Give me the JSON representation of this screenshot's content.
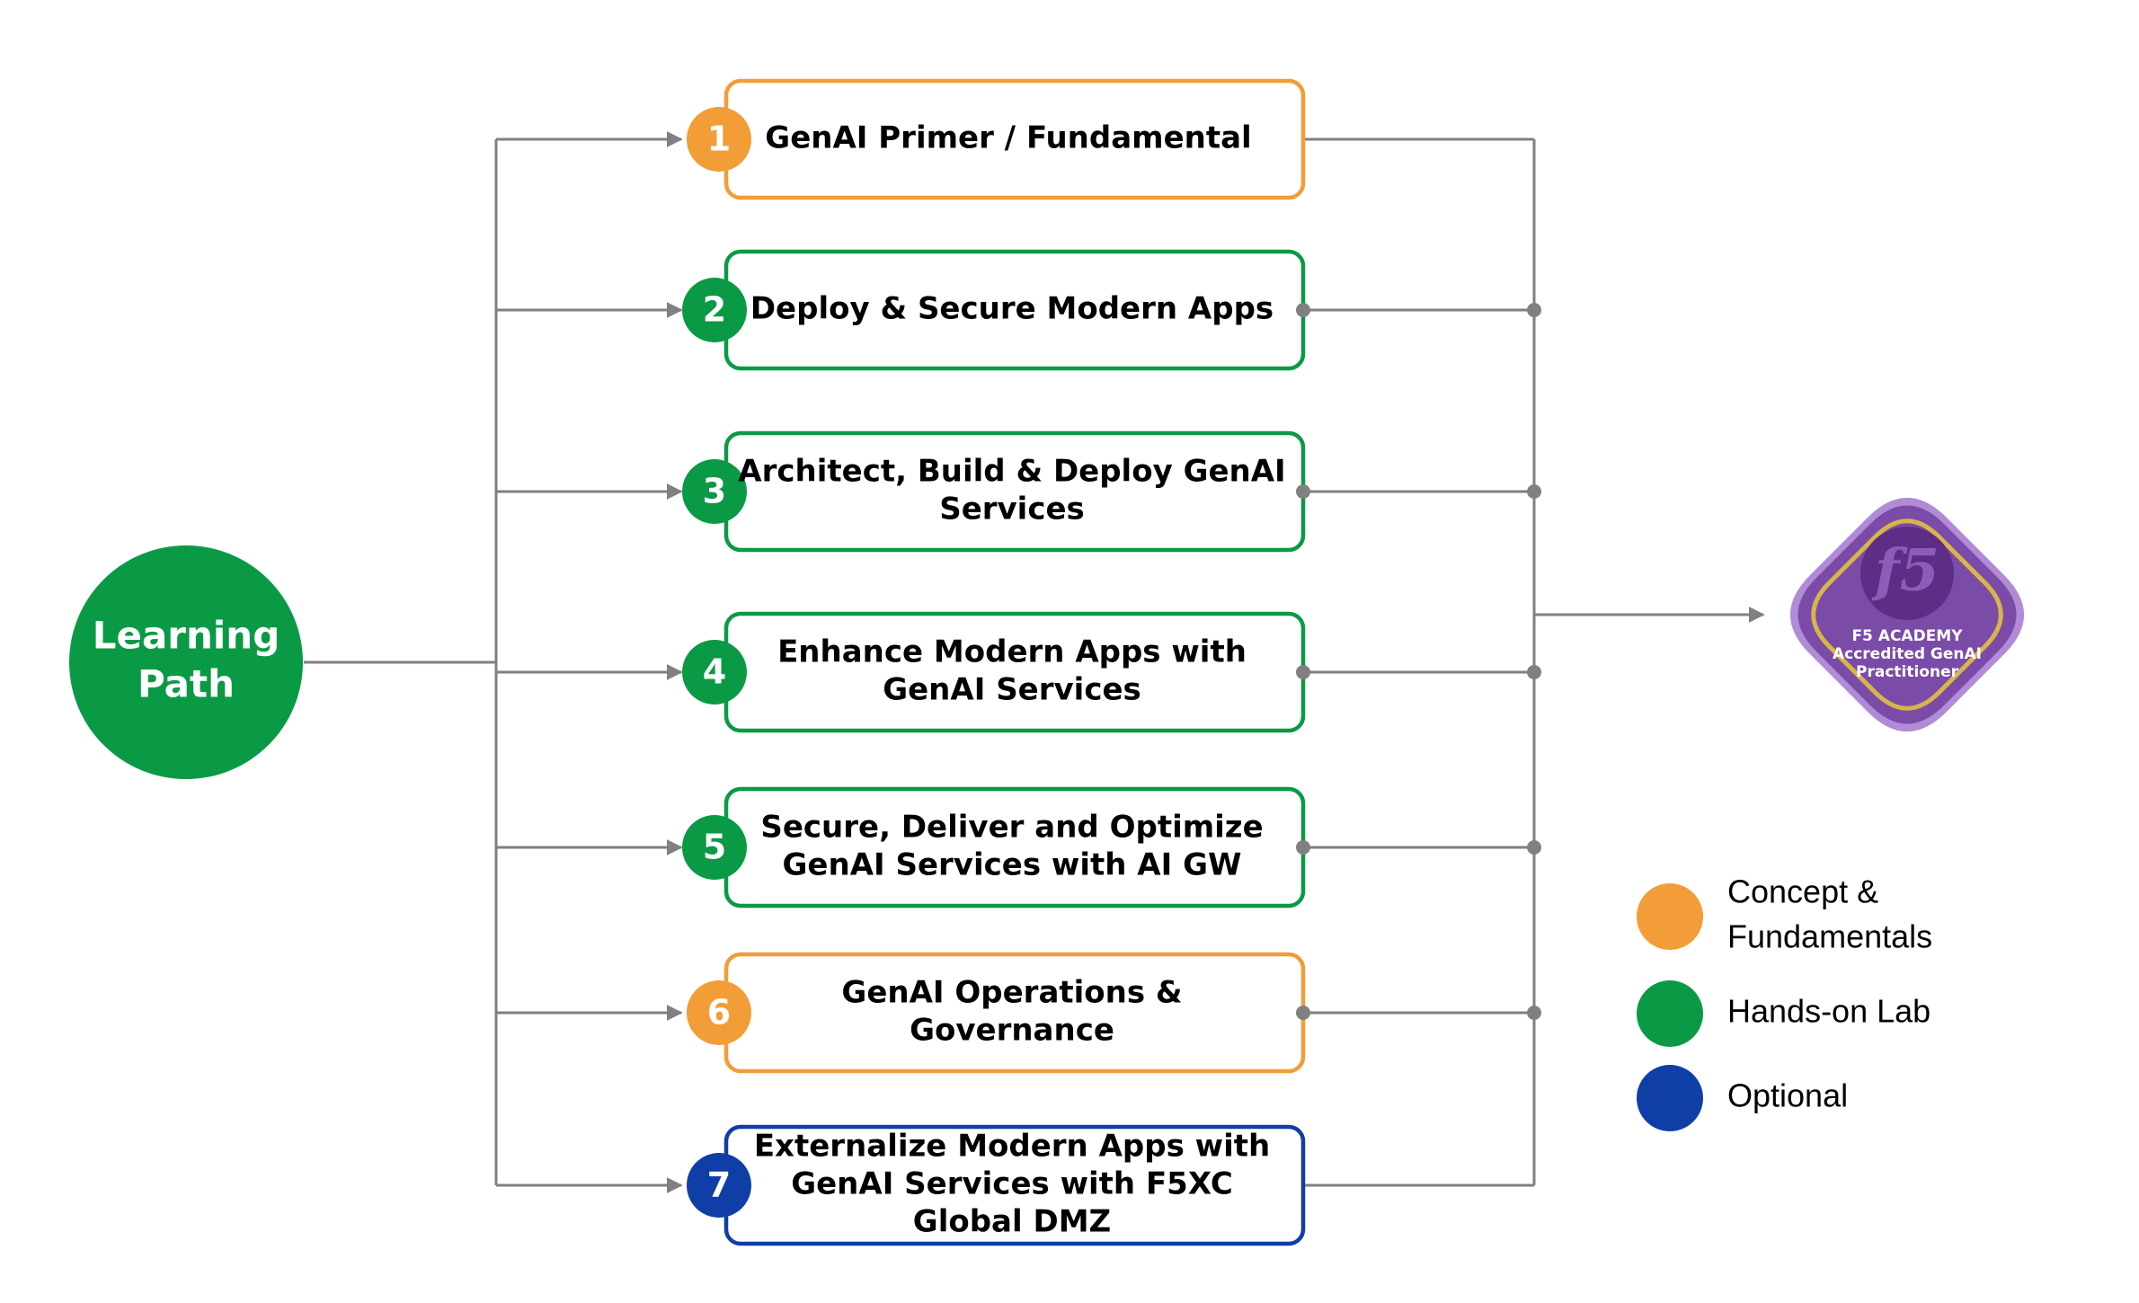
{
  "colors": {
    "concept": "#F29D38",
    "lab": "#0A9A45",
    "optional": "#0F3EA6",
    "connector": "#808080",
    "badge_fill": "#7B4BA8",
    "badge_outer": "#B18BD6",
    "badge_gold": "#D8B54A"
  },
  "start_node": {
    "lines": [
      "Learning",
      "Path"
    ]
  },
  "steps": [
    {
      "number": "1",
      "category": "concept",
      "lines": [
        "GenAI Primer / Fundamental"
      ]
    },
    {
      "number": "2",
      "category": "lab",
      "lines": [
        "Deploy & Secure Modern Apps"
      ]
    },
    {
      "number": "3",
      "category": "lab",
      "lines": [
        "Architect, Build & Deploy GenAI",
        "Services"
      ]
    },
    {
      "number": "4",
      "category": "lab",
      "lines": [
        "Enhance Modern Apps with",
        "GenAI Services"
      ]
    },
    {
      "number": "5",
      "category": "lab",
      "lines": [
        "Secure, Deliver and Optimize",
        "GenAI Services with AI GW"
      ]
    },
    {
      "number": "6",
      "category": "concept",
      "lines": [
        "GenAI Operations &",
        "Governance"
      ]
    },
    {
      "number": "7",
      "category": "optional",
      "lines": [
        "Externalize Modern Apps with",
        "GenAI Services with F5XC",
        "Global DMZ"
      ]
    }
  ],
  "badge": {
    "logo": "f5",
    "lines": [
      "F5 ACADEMY",
      "Accredited GenAI",
      "Practitioner"
    ]
  },
  "legend": [
    {
      "category": "concept",
      "lines": [
        "Concept &",
        "Fundamentals"
      ]
    },
    {
      "category": "lab",
      "lines": [
        "Hands-on Lab"
      ]
    },
    {
      "category": "optional",
      "lines": [
        "Optional"
      ]
    }
  ]
}
